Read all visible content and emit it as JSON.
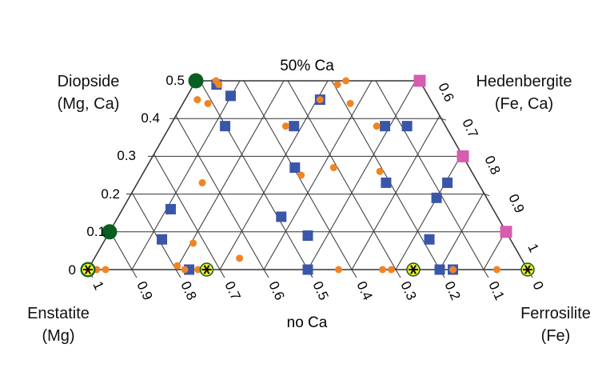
{
  "chart_data": {
    "type": "scatter",
    "subtype": "pyroxene-quadrilateral",
    "grid": true,
    "corners": {
      "diopside": [
        "Diopside",
        "(Mg, Ca)"
      ],
      "hedenbergite": [
        "Hedenbergite",
        "(Fe, Ca)"
      ],
      "enstatite": [
        "Enstatite",
        "(Mg)"
      ],
      "ferrosilite": [
        "Ferrosilite",
        "(Fe)"
      ]
    },
    "top_label": "50% Ca",
    "bottom_label": "no Ca",
    "ca_ticks": [
      "0",
      "0.1",
      "0.2",
      "0.3",
      "0.4",
      "0.5"
    ],
    "mg_ticks": [
      "1",
      "0.9",
      "0.8",
      "0.7",
      "0.6",
      "0.5",
      "0.4",
      "0.3",
      "0.2",
      "0.1",
      "0"
    ],
    "right_ticks": [
      "0.6",
      "0.7",
      "0.8",
      "0.9",
      "1"
    ],
    "colors": {
      "grid": "#333333",
      "green_circle": "#0b5e22",
      "blue_square": "#3a56a8",
      "orange_dot": "#f08424",
      "pink_square": "#d65db0",
      "yellow_star": "#f2ee2a"
    },
    "series": [
      {
        "marker": "green-circle",
        "points": [
          [
            1.0,
            0.5
          ],
          [
            1.0,
            0.1
          ],
          [
            1.0,
            0.0
          ]
        ]
      },
      {
        "marker": "pink-square",
        "points": [
          [
            0.0,
            0.5
          ],
          [
            0.0,
            0.3
          ],
          [
            0.0,
            0.1
          ]
        ]
      },
      {
        "marker": "yellow-star",
        "points": [
          [
            1.0,
            0.0
          ],
          [
            0.73,
            0.0
          ],
          [
            0.26,
            0.0
          ],
          [
            0.0,
            0.0
          ]
        ]
      },
      {
        "marker": "blue-square",
        "points": [
          [
            0.9,
            0.49
          ],
          [
            0.82,
            0.46
          ],
          [
            0.45,
            0.45
          ],
          [
            0.22,
            0.38
          ],
          [
            0.55,
            0.38
          ],
          [
            0.14,
            0.38
          ],
          [
            0.8,
            0.38
          ],
          [
            0.54,
            0.27
          ],
          [
            0.27,
            0.23
          ],
          [
            0.87,
            0.16
          ],
          [
            0.57,
            0.14
          ],
          [
            0.14,
            0.19
          ],
          [
            0.09,
            0.23
          ],
          [
            0.86,
            0.08
          ],
          [
            0.5,
            0.09
          ],
          [
            0.2,
            0.08
          ],
          [
            0.77,
            0.0
          ],
          [
            0.5,
            0.0
          ],
          [
            0.2,
            0.0
          ],
          [
            0.17,
            0.0
          ]
        ]
      },
      {
        "marker": "orange-dot",
        "points": [
          [
            0.95,
            0.45
          ],
          [
            0.91,
            0.5
          ],
          [
            0.89,
            0.49
          ],
          [
            0.9,
            0.44
          ],
          [
            0.37,
            0.49
          ],
          [
            0.33,
            0.5
          ],
          [
            0.45,
            0.45
          ],
          [
            0.33,
            0.44
          ],
          [
            0.58,
            0.38
          ],
          [
            0.25,
            0.38
          ],
          [
            0.81,
            0.23
          ],
          [
            0.52,
            0.25
          ],
          [
            0.42,
            0.27
          ],
          [
            0.28,
            0.26
          ],
          [
            0.78,
            0.07
          ],
          [
            0.66,
            0.03
          ],
          [
            0.98,
            0.0
          ],
          [
            0.96,
            0.0
          ],
          [
            0.8,
            0.01
          ],
          [
            0.78,
            0.0
          ],
          [
            0.75,
            0.0
          ],
          [
            0.73,
            0.0
          ],
          [
            0.43,
            0.0
          ],
          [
            0.33,
            0.0
          ],
          [
            0.31,
            0.0
          ],
          [
            0.17,
            0.0
          ],
          [
            0.07,
            0.0
          ]
        ]
      }
    ]
  }
}
